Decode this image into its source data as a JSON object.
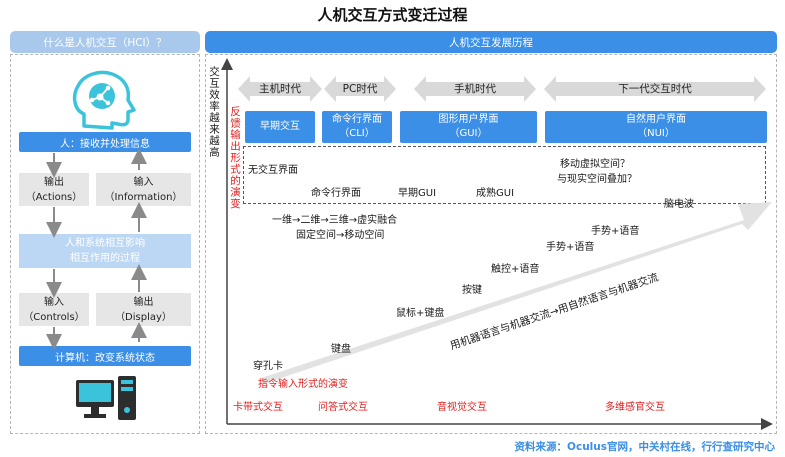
{
  "title": "人机交互方式变迁过程",
  "left": {
    "header": "什么是人机交互（HCI）？",
    "human": "人：接收并处理信息",
    "output_actions": [
      "输出",
      "（Actions）"
    ],
    "input_information": [
      "输入",
      "（Information）"
    ],
    "interaction": [
      "人和系统相互影响",
      "相互作用的过程"
    ],
    "input_controls": [
      "输入",
      "（Controls）"
    ],
    "output_display": [
      "输出",
      "（Display）"
    ],
    "computer": "计算机：改变系统状态"
  },
  "right": {
    "header": "人机交互发展历程",
    "y_axis_label": "交互效率越来越高",
    "feedback_label": "反馈输出形式的演变",
    "eras": [
      "主机时代",
      "PC时代",
      "手机时代",
      "下一代交互时代"
    ],
    "interfaces": [
      [
        "早期交互"
      ],
      [
        "命令行界面",
        "（CLI）"
      ],
      [
        "图形用户界面",
        "（GUI）"
      ],
      [
        "自然用户界面",
        "（NUI）"
      ]
    ],
    "feedback_items": {
      "no_interface": "无交互界面",
      "cli": "命令行界面",
      "early_gui": "早期GUI",
      "mature_gui": "成熟GUI",
      "mobile_virtual": "移动虚拟空间？",
      "real_overlay": "与现实空间叠加？"
    },
    "dimension_line1": "一维→二维→三维→虚实融合",
    "dimension_line2": "固定空间→移动空间",
    "input_items": {
      "punch_card": "穿孔卡",
      "keyboard": "键盘",
      "mouse_keyboard": "鼠标+键盘",
      "keys": "按键",
      "touch_voice": "触控+语音",
      "gesture_voice1": "手势+语音",
      "gesture_voice2": "手势+语音",
      "bci": "脑电波"
    },
    "input_evolution_label": "指令输入形式的演变",
    "arrow_text": "用机器语言与机器交流→用自然语言与机器交流",
    "stages": [
      "卡带式交互",
      "问答式交互",
      "音视觉交互",
      "多维感官交互"
    ]
  },
  "source": "资料来源：Oculus官网，中关村在线，行行查研究中心",
  "colors": {
    "primary_blue": "#3b8fe6",
    "light_blue": "#bcd7f4",
    "red": "#e02020",
    "grey": "#e6e6e6"
  }
}
